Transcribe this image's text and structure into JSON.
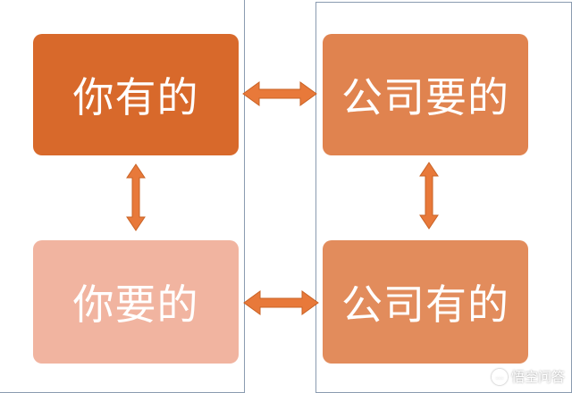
{
  "boxes": {
    "you_have": "你有的",
    "you_want": "你要的",
    "company_wants": "公司要的",
    "company_has": "公司有的"
  },
  "colors": {
    "you_have": "#d8692b",
    "you_want": "#f1b4a0",
    "company_wants": "#e0834f",
    "company_has": "#e28c5c",
    "arrow": "#e8793a",
    "panel_border": "#8a9bb0"
  },
  "watermark": {
    "icon": "speech-bubble-icon",
    "text": "悟空问答"
  }
}
